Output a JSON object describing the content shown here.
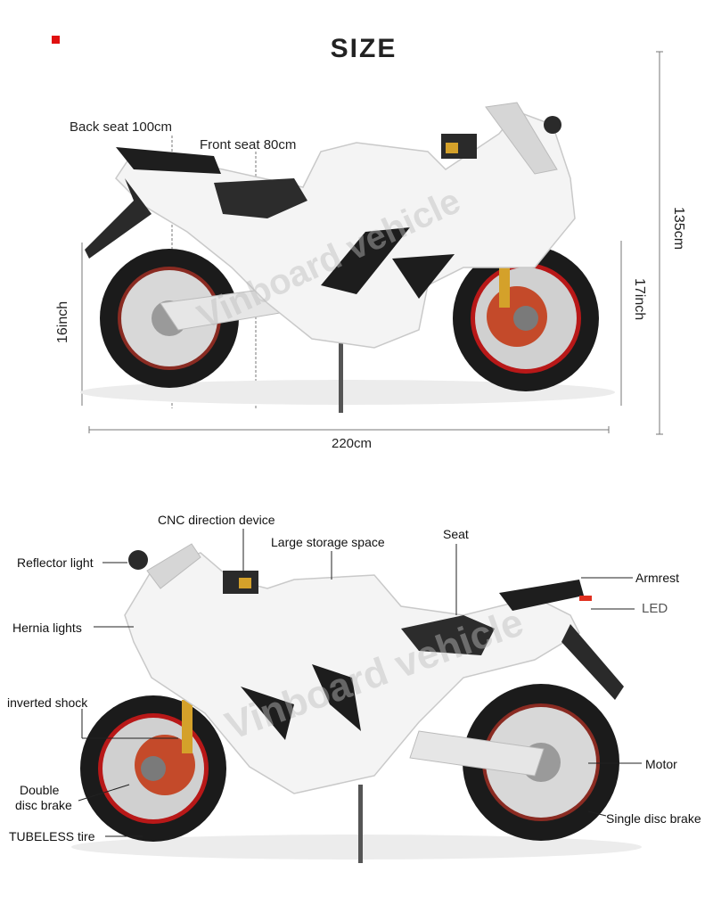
{
  "title": "SIZE",
  "dimensions": {
    "back_seat": "Back seat 100cm",
    "front_seat": "Front seat 80cm",
    "height": "135cm",
    "rear_wheel": "16inch",
    "front_wheel": "17inch",
    "length": "220cm"
  },
  "watermark": "Vinboard vehicle",
  "features": {
    "cnc": "CNC direction device",
    "storage": "Large storage space",
    "seat": "Seat",
    "reflector": "Reflector light",
    "armrest": "Armrest",
    "led": "LED",
    "hernia": "Hernia lights",
    "shock": "inverted shock",
    "motor": "Motor",
    "double_brake_line1": "Double",
    "double_brake_line2": "disc brake",
    "single_brake": "Single disc brake",
    "tire": "TUBELESS tire"
  },
  "colors": {
    "marker": "#e01010",
    "body": "#f4f4f4",
    "rim": "#b81818",
    "tire": "#1b1b1b"
  }
}
